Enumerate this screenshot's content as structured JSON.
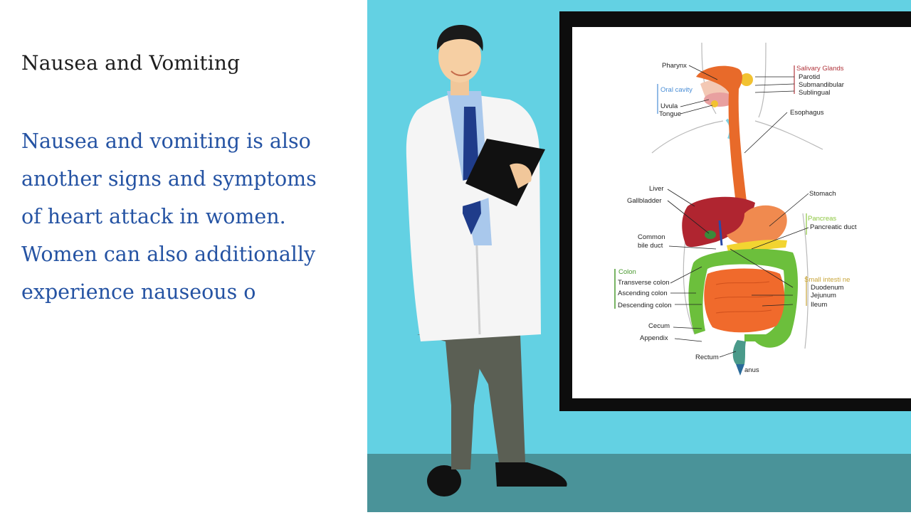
{
  "slide": {
    "title": "Nausea and Vomiting",
    "body_lines": [
      "Nausea and vomiting is also",
      "another signs and symptoms",
      "of heart attack in women.",
      "Women can also additionally",
      "experience nauseous o"
    ]
  },
  "diagram": {
    "labels": {
      "pharynx": "Pharynx",
      "salivary_glands": "Salivary Glands",
      "parotid": "Parotid",
      "submandibular": "Submandibular",
      "sublingual": "Sublingual",
      "oral_cavity": "Oral cavity",
      "uvula": "Uvula",
      "tongue": "Tongue",
      "esophagus": "Esophagus",
      "liver": "Liver",
      "gallbladder": "Gallbladder",
      "stomach": "Stomach",
      "pancreas": "Pancreas",
      "pancreatic_duct": "Pancreatic duct",
      "common_bile_duct_1": "Common",
      "common_bile_duct_2": "bile duct",
      "colon": "Colon",
      "transverse_colon": "Transverse colon",
      "ascending_colon": "Ascending colon",
      "descending_colon": "Descending colon",
      "small_intestine": "Small intesti ne",
      "duodenum": "Duodenum",
      "jejunum": "Jejunum",
      "ileum": "Ileum",
      "cecum": "Cecum",
      "appendix": "Appendix",
      "rectum": "Rectum",
      "anus": "anus"
    }
  },
  "colors": {
    "title": "#1e1e1e",
    "body": "#2553a3",
    "wall": "#63d1e3",
    "floor": "#4a9399",
    "salivary_label": "#b0343b",
    "oral_label": "#4a8ed6",
    "pancreas_label": "#8cc63f",
    "small_intestine_label": "#c8a53a",
    "colon_label": "#4a9a30"
  }
}
